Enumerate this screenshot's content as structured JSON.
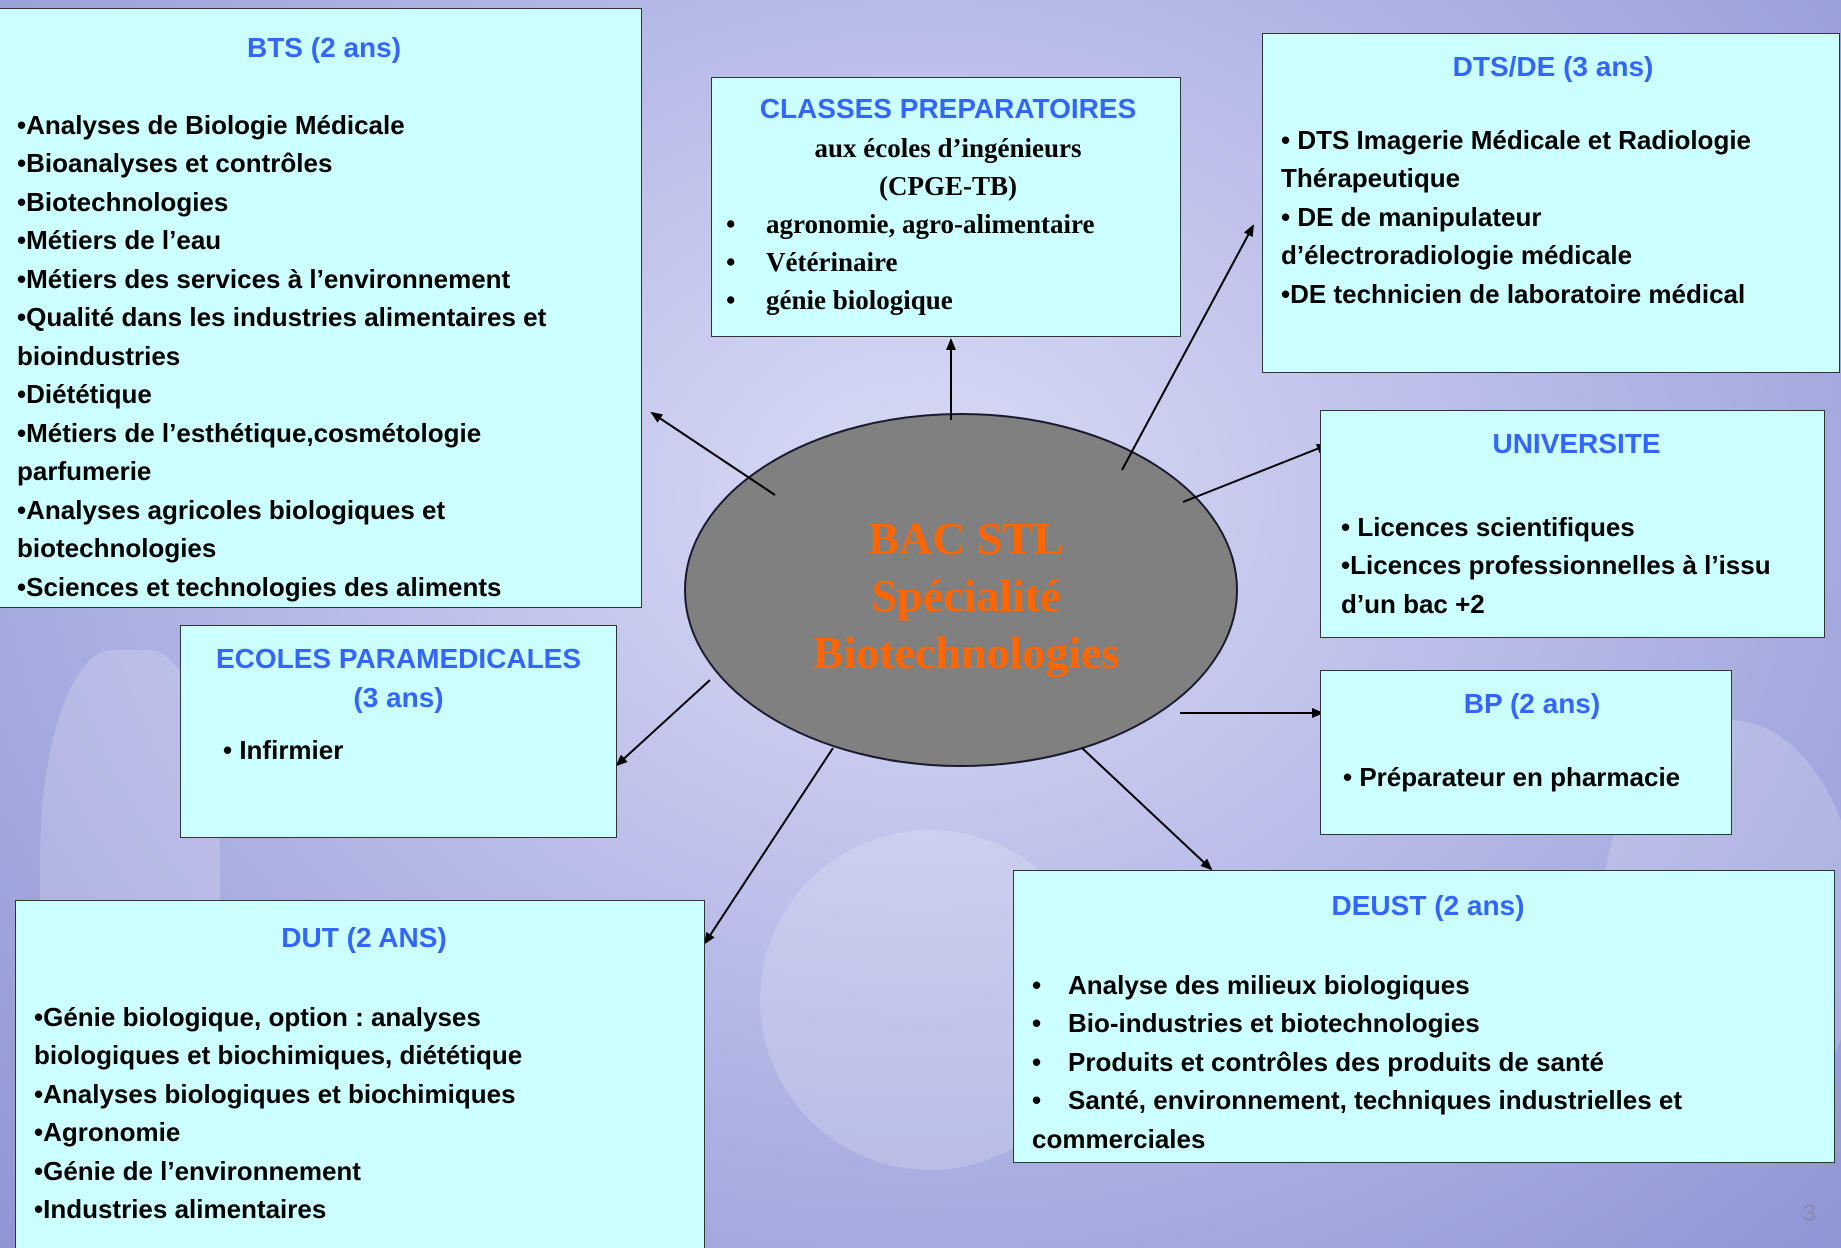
{
  "bts": {
    "title": "BTS (2 ans)",
    "items": [
      "•Analyses de Biologie Médicale",
      "•Bioanalyses et contrôles",
      "•Biotechnologies",
      "•Métiers de l’eau",
      "•Métiers des services à l’environnement",
      "•Qualité dans les industries alimentaires et bioindustries",
      "•Diététique",
      "•Métiers de l’esthétique,cosmétologie parfumerie",
      "•Analyses agricoles biologiques et biotechnologies",
      "•Sciences et technologies des aliments"
    ]
  },
  "classes_prep": {
    "title": "CLASSES PREPARATOIRES",
    "subtitle1": "aux écoles d’ingénieurs",
    "subtitle2": "(CPGE-TB)",
    "items": [
      "agronomie, agro-alimentaire",
      "Vétérinaire",
      "génie biologique"
    ],
    "bullet": "•"
  },
  "dts_de": {
    "title": "DTS/DE (3 ans)",
    "items": [
      "• DTS Imagerie Médicale et Radiologie Thérapeutique",
      "• DE de manipulateur d’électroradiologie médicale",
      "•DE technicien de laboratoire médical"
    ]
  },
  "universite": {
    "title": "UNIVERSITE",
    "items": [
      "• Licences scientifiques",
      "•Licences professionnelles à l’issu d’un bac +2"
    ]
  },
  "ecoles_para": {
    "title_line1": "ECOLES PARAMEDICALES",
    "title_line2": "(3 ans)",
    "items": [
      "• Infirmier"
    ]
  },
  "bp": {
    "title": "BP (2 ans)",
    "items": [
      "• Préparateur en pharmacie"
    ]
  },
  "dut": {
    "title": "DUT (2 ANS)",
    "items": [
      "•Génie biologique,  option : analyses biologiques et biochimiques, diététique",
      "•Analyses biologiques et biochimiques",
      "•Agronomie",
      "•Génie de l’environnement",
      "•Industries alimentaires"
    ]
  },
  "deust": {
    "title": "DEUST (2 ans)",
    "items": [
      "Analyse des milieux biologiques",
      "Bio-industries et biotechnologies",
      "Produits et contrôles des produits de santé",
      "Santé, environnement, techniques industrielles et commerciales"
    ],
    "bullet": "•"
  },
  "center": {
    "line1": "BAC STL",
    "line2": "Spécialité",
    "line3": "Biotechnologies"
  },
  "page_number": "3",
  "colors": {
    "box_fill": "#ccffff",
    "title_blue": "#3366ff",
    "center_text": "#ff6600",
    "ellipse_fill": "#808080"
  }
}
